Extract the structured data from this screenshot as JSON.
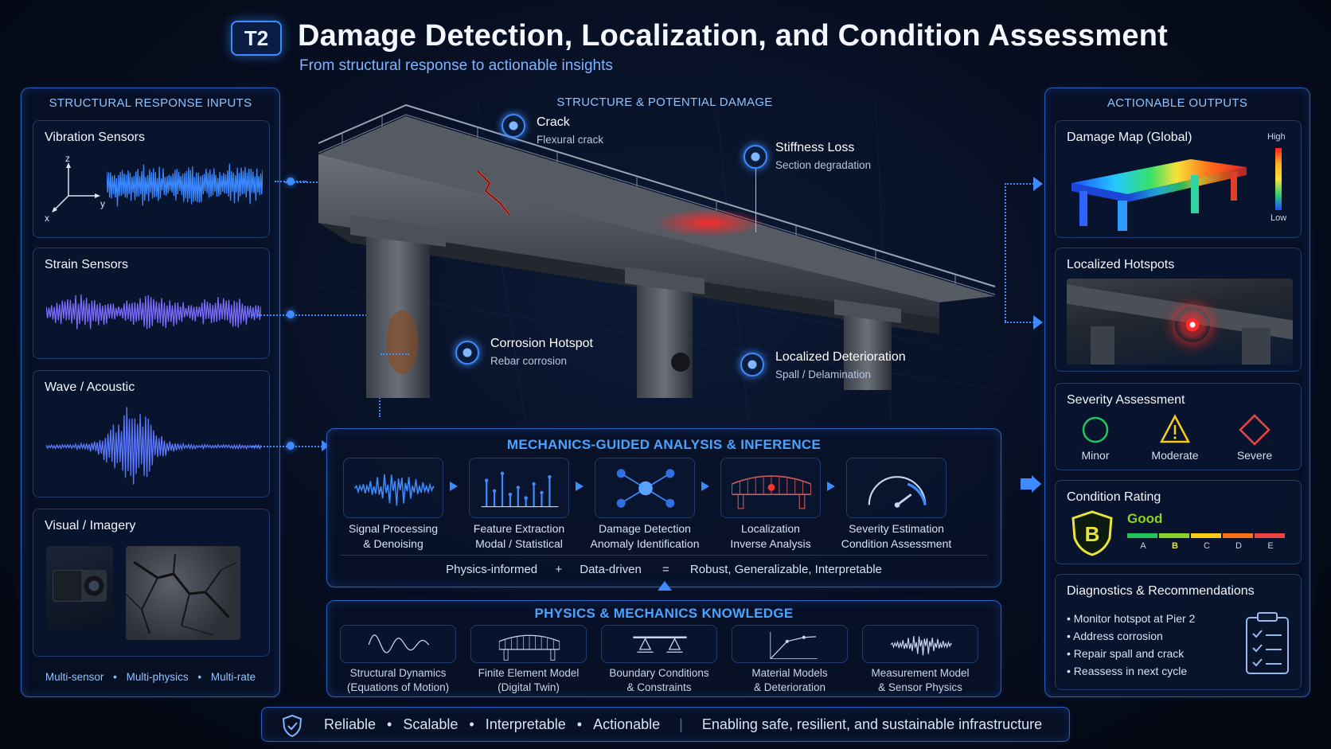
{
  "header": {
    "badge": "T2",
    "title": "Damage Detection, Localization, and Condition Assessment",
    "subtitle": "From structural response to actionable insights"
  },
  "inputs": {
    "title": "STRUCTURAL RESPONSE INPUTS",
    "vibration": {
      "label": "Vibration Sensors",
      "axes": [
        "z",
        "y",
        "x"
      ]
    },
    "strain": {
      "label": "Strain Sensors"
    },
    "wave": {
      "label": "Wave / Acoustic"
    },
    "visual": {
      "label": "Visual / Imagery"
    },
    "footer": [
      "Multi-sensor",
      "Multi-physics",
      "Multi-rate"
    ]
  },
  "structure": {
    "title": "STRUCTURE & POTENTIAL DAMAGE",
    "annotations": [
      {
        "title": "Crack",
        "sub": "Flexural crack"
      },
      {
        "title": "Stiffness Loss",
        "sub": "Section degradation"
      },
      {
        "title": "Corrosion Hotspot",
        "sub": "Rebar corrosion"
      },
      {
        "title": "Localized Deterioration",
        "sub": "Spall / Delamination"
      }
    ]
  },
  "analysis": {
    "title": "MECHANICS-GUIDED ANALYSIS & INFERENCE",
    "stages": [
      {
        "line1": "Signal Processing",
        "line2": "& Denoising",
        "icon": "waveform-icon"
      },
      {
        "line1": "Feature Extraction",
        "line2": "Modal / Statistical",
        "icon": "bar-features-icon"
      },
      {
        "line1": "Damage Detection",
        "line2": "Anomaly Identification",
        "icon": "network-icon"
      },
      {
        "line1": "Localization",
        "line2": "Inverse Analysis",
        "icon": "bridge-mesh-icon"
      },
      {
        "line1": "Severity Estimation",
        "line2": "Condition Assessment",
        "icon": "gauge-icon"
      }
    ],
    "equation": {
      "a": "Physics-informed",
      "plus": "+",
      "b": "Data-driven",
      "eq": "=",
      "result": "Robust, Generalizable, Interpretable"
    }
  },
  "knowledge": {
    "title": "PHYSICS & MECHANICS KNOWLEDGE",
    "items": [
      {
        "line1": "Structural Dynamics",
        "line2": "(Equations of Motion)",
        "icon": "sine-wave-icon"
      },
      {
        "line1": "Finite Element Model",
        "line2": "(Digital Twin)",
        "icon": "fe-bridge-icon"
      },
      {
        "line1": "Boundary Conditions",
        "line2": "& Constraints",
        "icon": "support-icon"
      },
      {
        "line1": "Material Models",
        "line2": "& Deterioration",
        "icon": "curve-icon"
      },
      {
        "line1": "Measurement Model",
        "line2": "& Sensor Physics",
        "icon": "signal-icon"
      }
    ]
  },
  "outputs": {
    "title": "ACTIONABLE OUTPUTS",
    "damage_map": {
      "label": "Damage Map (Global)",
      "high": "High",
      "low": "Low"
    },
    "hotspots": {
      "label": "Localized Hotspots"
    },
    "severity": {
      "label": "Severity Assessment",
      "levels": [
        "Minor",
        "Moderate",
        "Severe"
      ],
      "colors": [
        "#22c55e",
        "#facc15",
        "#ef4444"
      ]
    },
    "rating": {
      "label": "Condition Rating",
      "grade": "B",
      "status": "Good",
      "scale": [
        "A",
        "B",
        "C",
        "D",
        "E"
      ],
      "scale_colors": [
        "#22c55e",
        "#8bd32a",
        "#facc15",
        "#f97316",
        "#ef4444"
      ]
    },
    "diagnostics": {
      "label": "Diagnostics & Recommendations",
      "items": [
        "Monitor hotspot at Pier 2",
        "Address corrosion",
        "Repair spall and crack",
        "Reassess in next cycle"
      ]
    }
  },
  "footer": {
    "tags": [
      "Reliable",
      "Scalable",
      "Interpretable",
      "Actionable"
    ],
    "tagline": "Enabling safe, resilient, and sustainable infrastructure"
  },
  "colors": {
    "accent": "#3d8bff",
    "title": "#8fc3ff",
    "panel_border": "#2c5fb8"
  }
}
